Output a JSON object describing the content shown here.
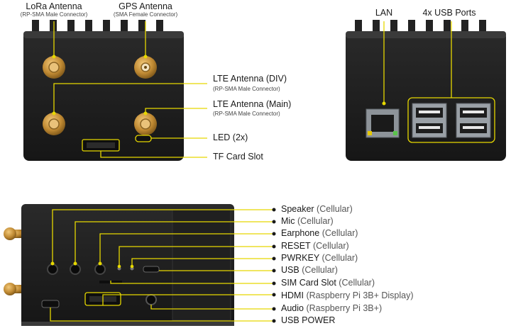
{
  "top_left_labels": {
    "lora_title": "LoRa Antenna",
    "lora_sub": "(RP-SMA Male Connector)",
    "gps_title": "GPS Antenna",
    "gps_sub": "(SMA Female Connector)",
    "lte_div_title": "LTE Antenna (DIV)",
    "lte_div_sub": "(RP-SMA Male Connector)",
    "lte_main_title": "LTE Antenna (Main)",
    "lte_main_sub": "(RP-SMA Male Connector)",
    "led": "LED (2x)",
    "tf_card": "TF Card Slot"
  },
  "top_right_labels": {
    "lan": "LAN",
    "usb_ports": "4x USB Ports"
  },
  "bottom_labels": [
    {
      "name": "Speaker",
      "note": "(Cellular)"
    },
    {
      "name": "Mic",
      "note": "(Cellular)"
    },
    {
      "name": "Earphone",
      "note": "(Cellular)"
    },
    {
      "name": "RESET",
      "note": "(Cellular)"
    },
    {
      "name": "PWRKEY",
      "note": "(Cellular)"
    },
    {
      "name": "USB",
      "note": "(Cellular)"
    },
    {
      "name": "SIM Card Slot",
      "note": "(Cellular)"
    },
    {
      "name": "HDMI",
      "note": "(Raspberry Pi 3B+ Display)"
    },
    {
      "name": "Audio",
      "note": "(Raspberry Pi 3B+)"
    },
    {
      "name": "USB POWER",
      "note": ""
    }
  ],
  "colors": {
    "callout": "#e6d800",
    "body": "#1c1c1c",
    "gold": "#c8923a"
  }
}
